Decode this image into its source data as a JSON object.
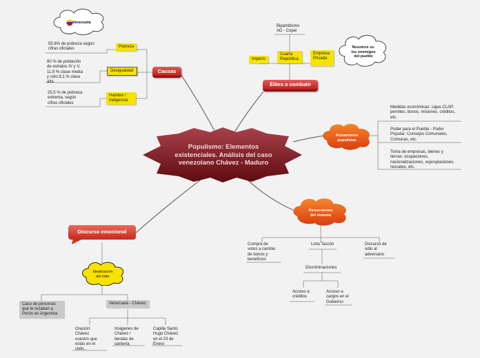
{
  "central": {
    "title": "Populismo: Elementos\nexistenciales. Análisis del caso\nvenezolano Chávez - Maduro"
  },
  "venezuela_cloud": {
    "label": "Venezuela"
  },
  "enemies_cloud": {
    "label": "Nosotros vs.\nlos enemigos\ndel pueblo"
  },
  "causas": {
    "label": "Causas",
    "tags": [
      "Pobreza",
      "Desigualdad",
      "Hambre /\nIndigencia"
    ],
    "notes": [
      "55,6% de pobreza según\ncifras oficiales",
      "80 % de población\nde estratos IV y V.\n11,9 % clase media\ny sólo 8,1 % clase\nalta",
      "25,5 % de pobreza\nextrema, según\ncifras oficiales"
    ]
  },
  "elites": {
    "label": "Élites a combatir",
    "top_note": "Bipartidismo\nAD - Copei",
    "tags": [
      "Imperio",
      "Cuarta\nRepública",
      "Empresa\nPrivada"
    ]
  },
  "actuaciones": {
    "label": "Actuaciones\npopulistas",
    "notes": [
      "Medidas económicas: cajas CLAP,\npernites, bonos, misiones, créditos,\netc.",
      "Poder para el Pueblo - Poder\nPopular: Consejos Comunales,\nComunas, etc.",
      "Toma de empresas, bienes y\ntierras: ocupaciones,\nnacionalizaciones, expropiaciones,\nrescates, etc."
    ]
  },
  "perversiones": {
    "label": "Perversiones\ndel sistema",
    "notes": [
      "Compra de\nvotos a cambio\nde bonos y\nbeneficios",
      "Lista Tascón",
      "Discurso de\nodio al\nadversario"
    ],
    "discriminaciones": "Discriminaciones",
    "sub": [
      "Acceso a\ncréditos",
      "Acceso a\ncargos en el\nGobierno"
    ]
  },
  "discurso": {
    "label": "Discurso emocional",
    "idealizacion": "Idealización\ndel líder",
    "left_box": "Caso de personas\nque le rezaban a\nPerón en Argentina",
    "right_box": "Venezuela - Chávez",
    "sub": [
      "Oración:\nChávez\nnuestro que\nestás en el\ncielo...",
      "Imágenes de\nChávez /\ntiendas de\nsantería",
      "Capilla Santo\nHugo Chávez\nen el 23 de\nEnero"
    ]
  },
  "colors": {
    "center": "#8a1c1c",
    "red": "#c01f1f",
    "orange": "#e8571c",
    "yellow": "#f7e200",
    "grey": "#c9c9c9"
  }
}
